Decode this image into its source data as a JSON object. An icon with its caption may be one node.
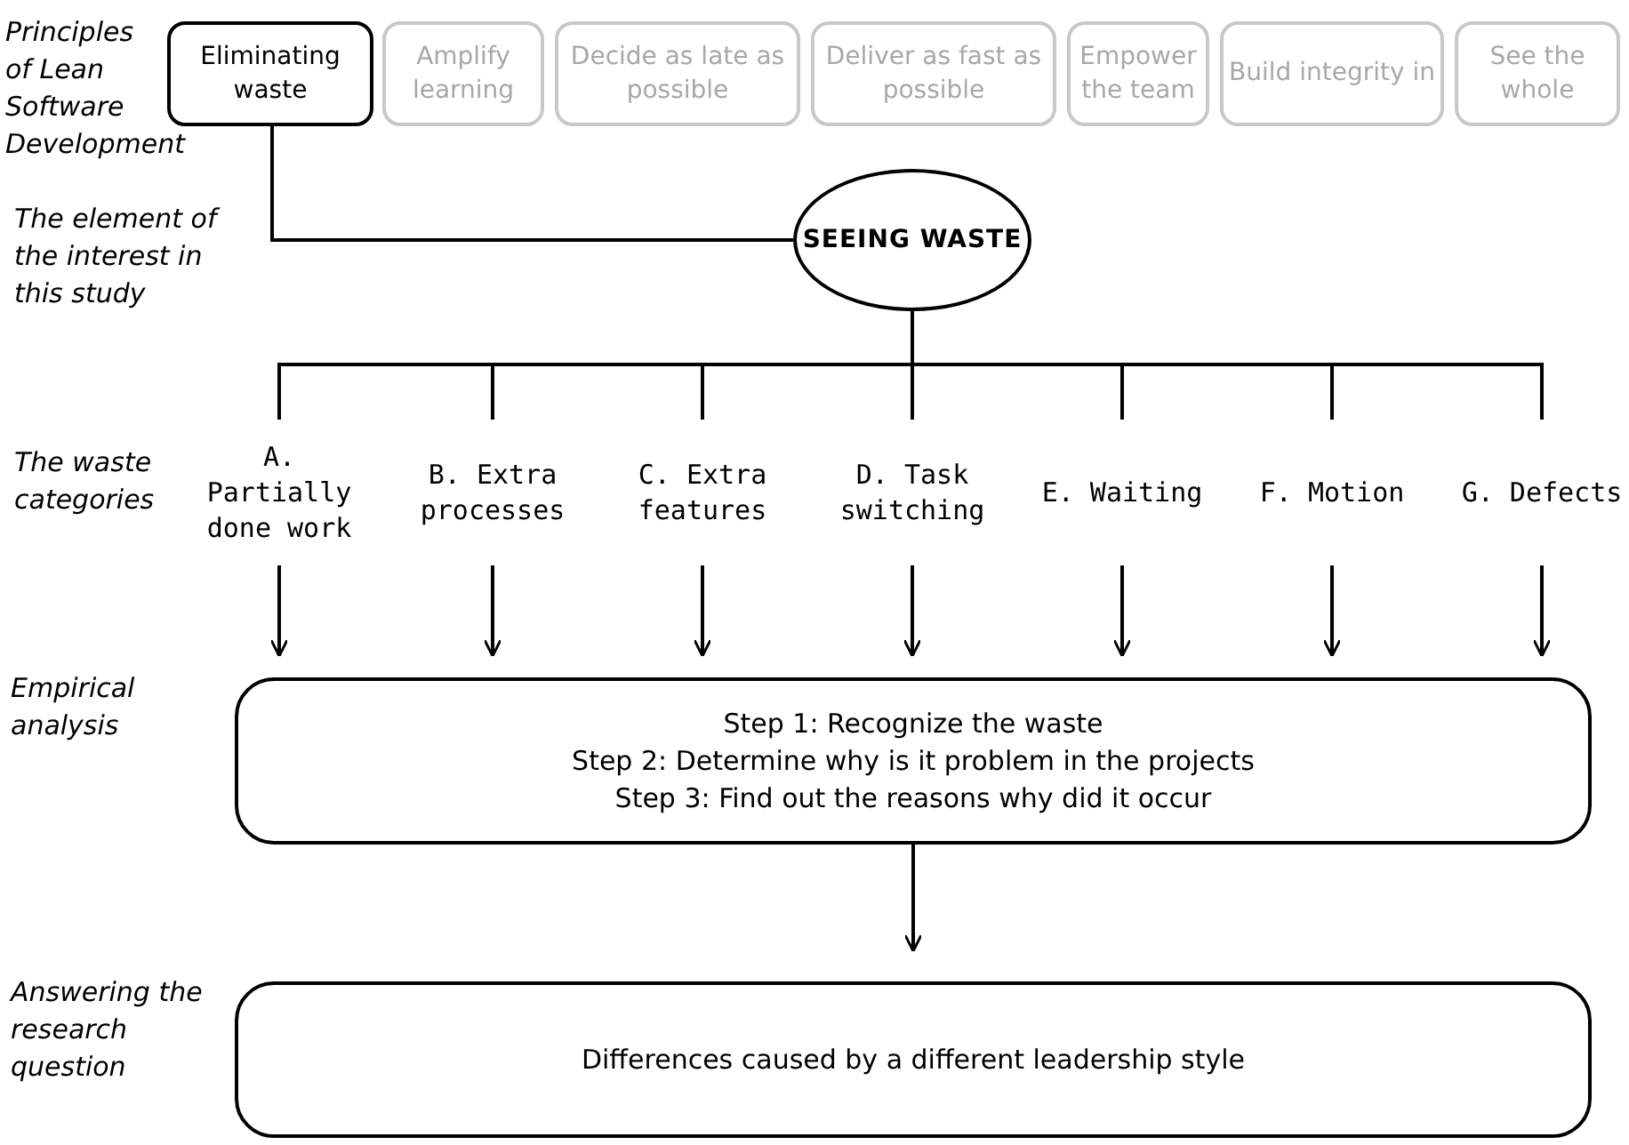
{
  "diagram": {
    "nodes": [
      {
        "text": [
          "Eliminating waste"
        ]
      },
      {
        "text": [
          "Amplify learning"
        ]
      },
      {
        "text": [
          "Decide as late as possible"
        ]
      },
      {
        "text": [
          "Deliver as fast as possible"
        ]
      },
      {
        "text": [
          "Empower the team"
        ]
      },
      {
        "text": [
          "Build integrity in"
        ]
      },
      {
        "text": [
          "See the whole"
        ]
      },
      {
        "text": [
          "SEEING WASTE"
        ]
      },
      {
        "text": [
          "A. Partially done work"
        ]
      },
      {
        "text": [
          "B. Extra processes"
        ]
      },
      {
        "text": [
          "C. Extra features"
        ]
      },
      {
        "text": [
          "D. Task switching"
        ]
      },
      {
        "text": [
          "E. Waiting"
        ]
      },
      {
        "text": [
          "F. Motion"
        ]
      },
      {
        "text": [
          "G. Defects"
        ]
      },
      {
        "text": [
          "Step 1: Recognize the waste",
          "Step 2: Determine why is it problem in the projects",
          "Step 3: Find out the reasons why did it occur"
        ]
      },
      {
        "text": [
          "Differences caused by a different leadership style"
        ]
      }
    ],
    "edges": [
      {
        "from": 0,
        "to": 7,
        "arrow": "none"
      },
      {
        "from": 7,
        "to": 8,
        "arrow": "none"
      },
      {
        "from": 7,
        "to": 9,
        "arrow": "none"
      },
      {
        "from": 7,
        "to": 10,
        "arrow": "none"
      },
      {
        "from": 7,
        "to": 11,
        "arrow": "none"
      },
      {
        "from": 7,
        "to": 12,
        "arrow": "none"
      },
      {
        "from": 7,
        "to": 13,
        "arrow": "none"
      },
      {
        "from": 7,
        "to": 14,
        "arrow": "none"
      },
      {
        "from": 8,
        "to": 15,
        "arrow": "to"
      },
      {
        "from": 9,
        "to": 15,
        "arrow": "to"
      },
      {
        "from": 10,
        "to": 15,
        "arrow": "to"
      },
      {
        "from": 11,
        "to": 15,
        "arrow": "to"
      },
      {
        "from": 12,
        "to": 15,
        "arrow": "to"
      },
      {
        "from": 13,
        "to": 15,
        "arrow": "to"
      },
      {
        "from": 14,
        "to": 15,
        "arrow": "to"
      },
      {
        "from": 15,
        "to": 16,
        "arrow": "to"
      }
    ],
    "labels": [
      "Principles of Lean Software Development",
      "The element of the interest in this study",
      "The waste categories",
      "Empirical analysis",
      "Answering the research question"
    ]
  }
}
